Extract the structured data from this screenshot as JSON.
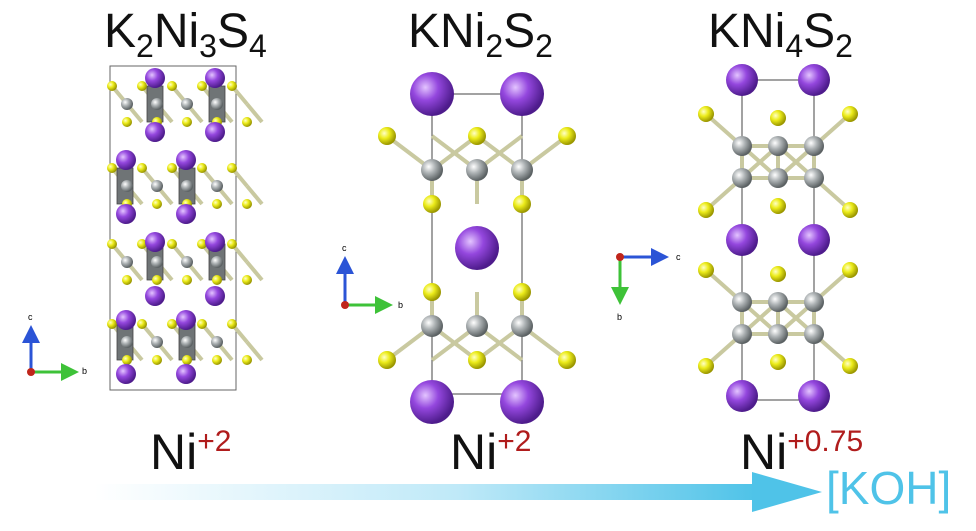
{
  "structures": [
    {
      "formula": [
        {
          "t": "K"
        },
        {
          "s": "2"
        },
        {
          "t": "Ni"
        },
        {
          "s": "3"
        },
        {
          "t": "S"
        },
        {
          "s": "4"
        }
      ],
      "oxidation": {
        "element": "Ni",
        "state": "+2"
      }
    },
    {
      "formula": [
        {
          "t": "KNi"
        },
        {
          "s": "2"
        },
        {
          "t": "S"
        },
        {
          "s": "2"
        }
      ],
      "oxidation": {
        "element": "Ni",
        "state": "+2"
      }
    },
    {
      "formula": [
        {
          "t": "KNi"
        },
        {
          "s": "4"
        },
        {
          "t": "S"
        },
        {
          "s": "2"
        }
      ],
      "oxidation": {
        "element": "Ni",
        "state": "+0.75"
      }
    }
  ],
  "axes_labels": {
    "a1": "c",
    "b1": "b",
    "a2": "c",
    "b2": "b",
    "a3": "c",
    "b3": "b"
  },
  "arrow_label": "[KOH]",
  "colors": {
    "K": "#8a3fd1",
    "Ni": "#a8acae",
    "S": "#e8e018",
    "koh": "#4fc3e8",
    "oxidation": "#b01c1c"
  }
}
